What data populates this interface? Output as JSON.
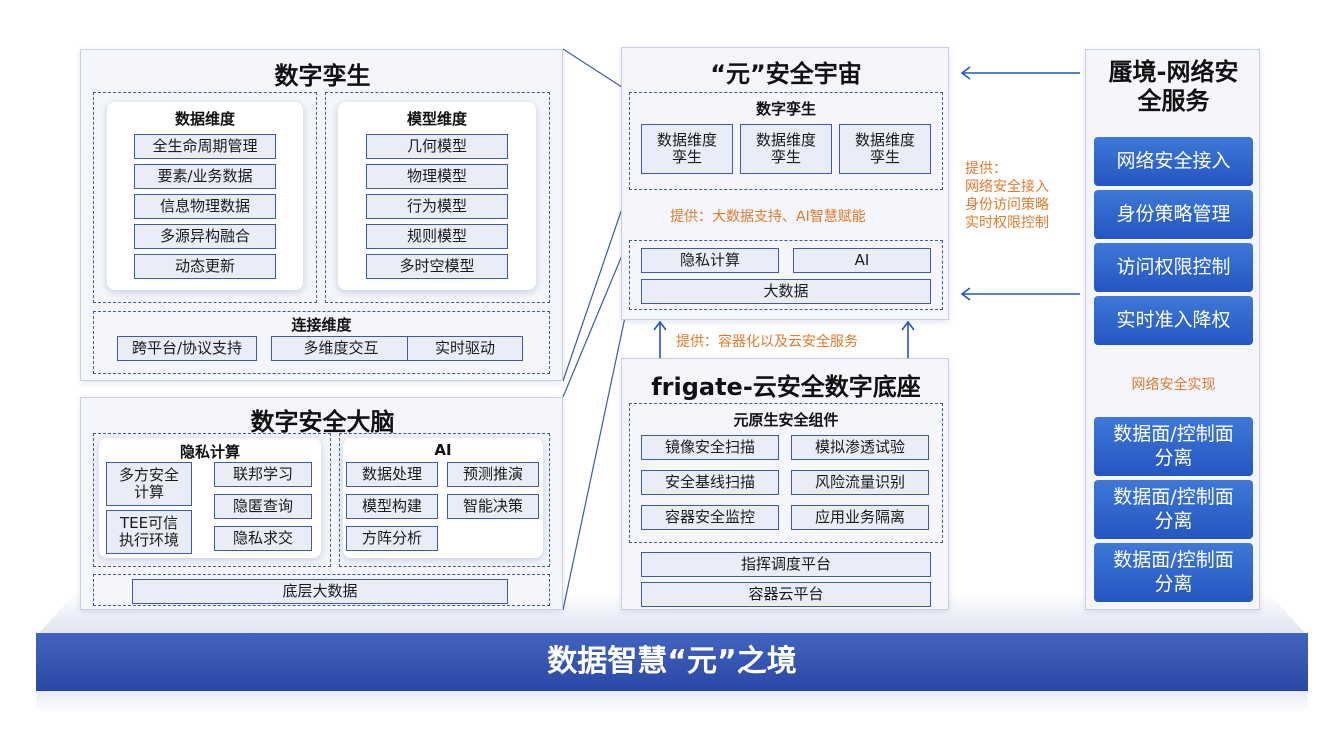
{
  "twin": {
    "title": "数字孪生",
    "data_dim": {
      "title": "数据维度",
      "items": [
        "全生命周期管理",
        "要素/业务数据",
        "信息物理数据",
        "多源异构融合",
        "动态更新"
      ]
    },
    "model_dim": {
      "title": "模型维度",
      "items": [
        "几何模型",
        "物理模型",
        "行为模型",
        "规则模型",
        "多时空模型"
      ]
    },
    "conn_dim": {
      "title": "连接维度",
      "items": [
        "跨平台/协议支持",
        "多维度交互",
        "实时驱动"
      ]
    }
  },
  "brain": {
    "title": "数字安全大脑",
    "privacy": {
      "title": "隐私计算",
      "items": [
        "多方安全计算",
        "联邦学习",
        "TEE可信执行环境",
        "隐匿查询",
        "隐私求交"
      ]
    },
    "ai": {
      "title": "AI",
      "items": [
        "数据处理",
        "预测推演",
        "模型构建",
        "智能决策",
        "方阵分析"
      ]
    },
    "bottom": "底层大数据"
  },
  "universe": {
    "title": "“元”安全宇宙",
    "twin_title": "数字孪生",
    "twin_items": [
      "数据维度孪生",
      "数据维度孪生",
      "数据维度孪生"
    ],
    "provide1": "提供：大数据支持、AI智慧赋能",
    "row1": [
      "隐私计算",
      "AI"
    ],
    "row2": "大数据",
    "provide2": "提供：容器化以及云安全服务"
  },
  "frigate": {
    "title": "frigate-云安全数字底座",
    "comp_title": "元原生安全组件",
    "items": [
      "镜像安全扫描",
      "模拟渗透试验",
      "安全基线扫描",
      "风险流量识别",
      "容器安全监控",
      "应用业务隔离"
    ],
    "platforms": [
      "指挥调度平台",
      "容器云平台"
    ]
  },
  "right": {
    "title": "蜃境-网络安全服务",
    "top_items": [
      "网络安全接入",
      "身份策略管理",
      "访问权限控制",
      "实时准入降权"
    ],
    "realize": "网络安全实现",
    "bottom_items": [
      "数据面/控制面分离",
      "数据面/控制面分离",
      "数据面/控制面分离"
    ]
  },
  "provide_right": {
    "label": "提供：",
    "lines": [
      "网络安全接入",
      "身份访问策略",
      "实时权限控制"
    ]
  },
  "base": {
    "title": "数据智慧“元”之境"
  },
  "colors": {
    "accent_blue": "#2456c1",
    "orange": "#e27a2f",
    "dash": "#3f5aa8"
  }
}
